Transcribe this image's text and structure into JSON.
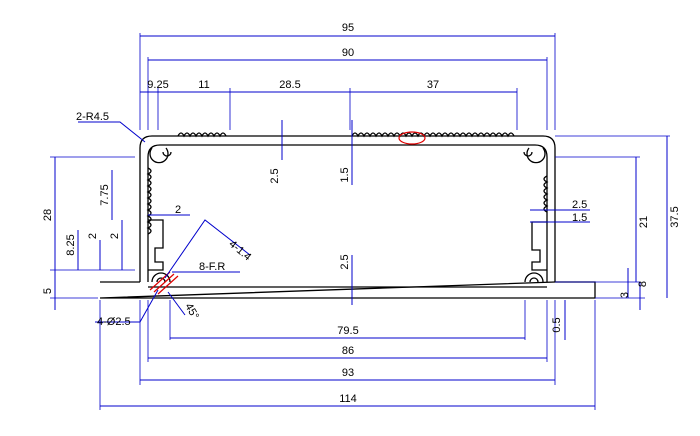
{
  "colors": {
    "outline": "#000000",
    "dimension_lines": "#0000cc",
    "highlight_marks": "#e00000",
    "background": "#ffffff"
  },
  "dimensions": {
    "overall_95": "95",
    "inner_90": "90",
    "offset_9_25": "9.25",
    "seg_11": "11",
    "seg_28_5": "28.5",
    "seg_37": "37",
    "corner_radius": "2-R4.5",
    "height_28": "28",
    "height_7_75": "7.75",
    "height_8_25": "8.25",
    "tab_2_left": "2",
    "tab_2_small": "2",
    "flange_5": "5",
    "wall_2_5_top": "2.5",
    "rib_1_5_top": "1.5",
    "wall_2_5_bottom": "2.5",
    "right_2_5": "2.5",
    "right_1_5": "1.5",
    "height_21": "21",
    "height_37_5": "37.5",
    "height_8": "8",
    "height_3": "3",
    "bottom_0_5": "0.5",
    "chamfer": "4-1.4",
    "fillet": "8-F.R",
    "angle_45": "45°",
    "holes": "4-Ø2.5",
    "base_79_5": "79.5",
    "base_86": "86",
    "base_93": "93",
    "base_114": "114"
  }
}
